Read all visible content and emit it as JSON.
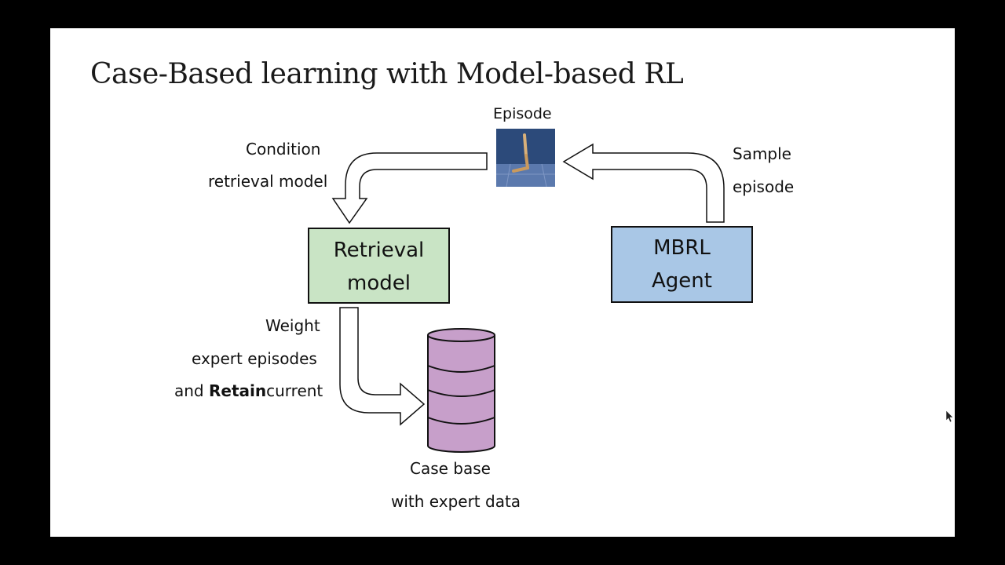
{
  "slide": {
    "title": "Case-Based learning with Model-based RL"
  },
  "diagram": {
    "episode_label": "Episode",
    "condition_label_line1": "Condition",
    "condition_label_line2": "retrieval model",
    "sample_label_line1": "Sample",
    "sample_label_line2": "episode",
    "retrieval_box": {
      "line1": "Retrieval",
      "line2": "model",
      "fill": "#c9e4c5"
    },
    "agent_box": {
      "line1": "MBRL",
      "line2": "Agent",
      "fill": "#a9c7e6"
    },
    "weight_label_line1": "Weight",
    "weight_label_line2": "expert episodes",
    "weight_label_line3_a": "and",
    "weight_label_line3_b": "Retain",
    "weight_label_line3_c": "current",
    "casebase_label_line1": "Case base",
    "casebase_label_line2": "with expert data",
    "casebase_fill": "#c79fca"
  }
}
